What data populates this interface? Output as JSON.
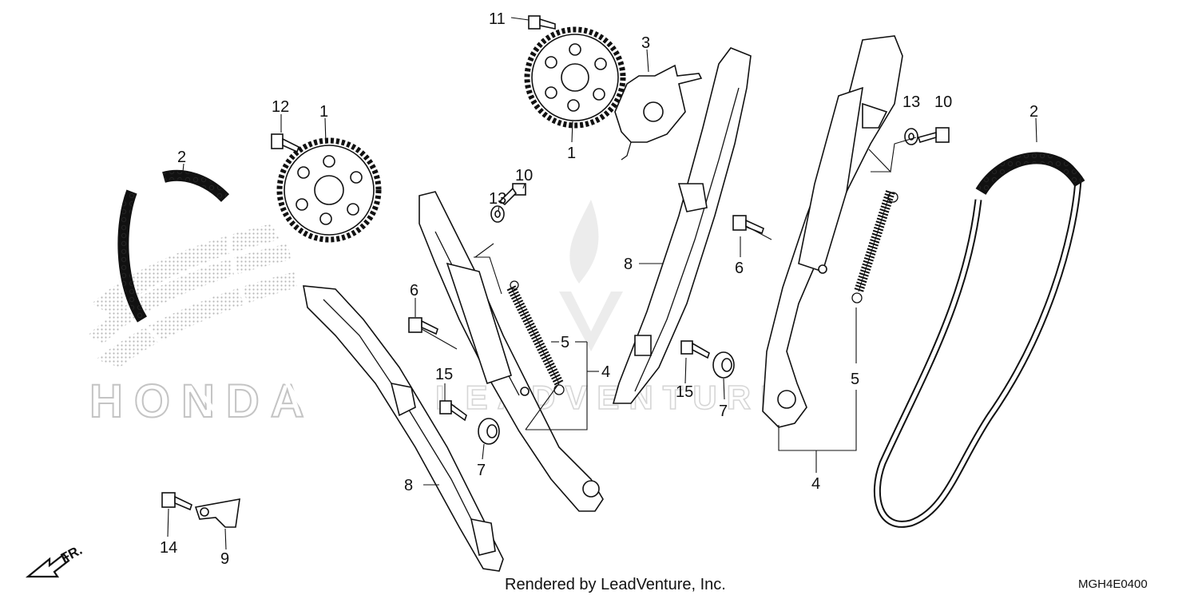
{
  "watermark": {
    "left_brand": "HONDA",
    "center_brand": "LEADVENTURE"
  },
  "callouts": [
    {
      "id": "c11a",
      "text": "11"
    },
    {
      "id": "c3",
      "text": "3"
    },
    {
      "id": "c12",
      "text": "12"
    },
    {
      "id": "c1a",
      "text": "1"
    },
    {
      "id": "c1b",
      "text": "1"
    },
    {
      "id": "c2a",
      "text": "2"
    },
    {
      "id": "c2b",
      "text": "2"
    },
    {
      "id": "c13a",
      "text": "13"
    },
    {
      "id": "c10a",
      "text": "10"
    },
    {
      "id": "c13b",
      "text": "13"
    },
    {
      "id": "c10b",
      "text": "10"
    },
    {
      "id": "c6a",
      "text": "6"
    },
    {
      "id": "c6b",
      "text": "6"
    },
    {
      "id": "c8a",
      "text": "8"
    },
    {
      "id": "c8b",
      "text": "8"
    },
    {
      "id": "c5a",
      "text": "5"
    },
    {
      "id": "c5b",
      "text": "5"
    },
    {
      "id": "c4a",
      "text": "4"
    },
    {
      "id": "c4b",
      "text": "4"
    },
    {
      "id": "c15a",
      "text": "15"
    },
    {
      "id": "c15b",
      "text": "15"
    },
    {
      "id": "c7a",
      "text": "7"
    },
    {
      "id": "c7b",
      "text": "7"
    },
    {
      "id": "c14",
      "text": "14"
    },
    {
      "id": "c9",
      "text": "9"
    }
  ],
  "direction_label": "FR.",
  "footer": {
    "rendered_by": "Rendered by LeadVenture, Inc.",
    "diagram_code": "MGH4E0400"
  }
}
